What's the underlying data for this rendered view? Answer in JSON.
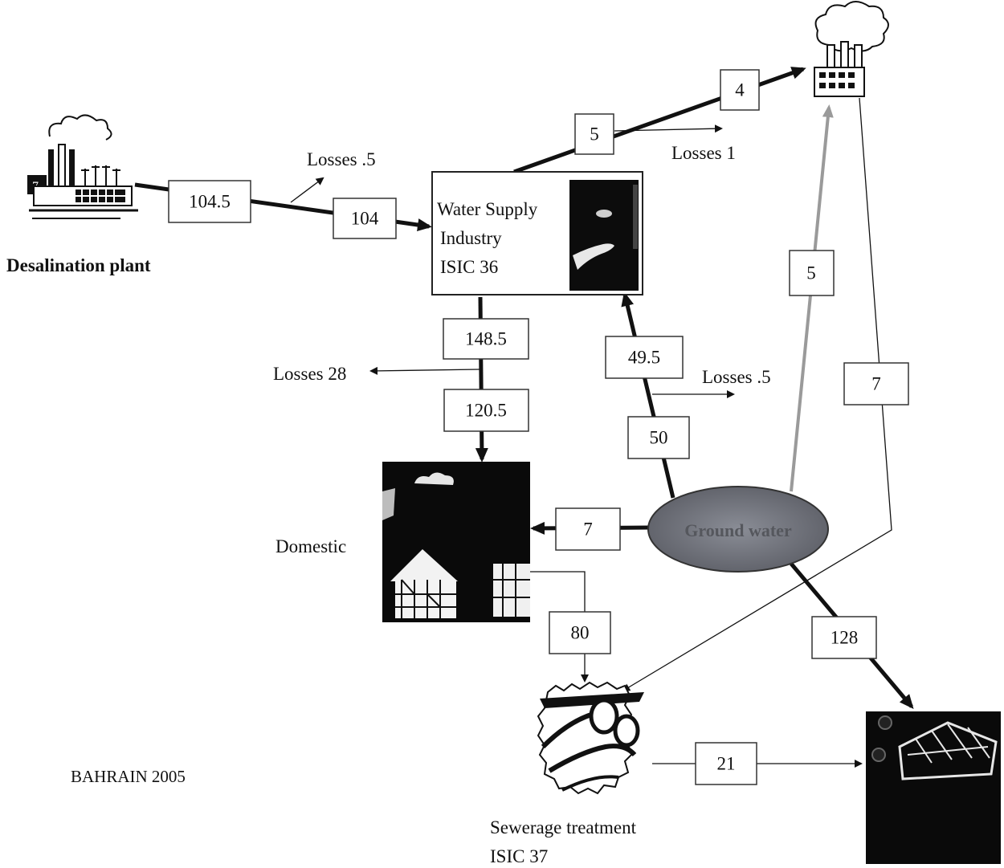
{
  "title": "BAHRAIN 2005",
  "nodes": {
    "desalination": "Desalination plant",
    "water_supply": [
      "Water Supply",
      "Industry",
      "ISIC 36"
    ],
    "domestic": "Domestic",
    "groundwater": "Ground water",
    "sewerage": [
      "Sewerage treatment",
      "ISIC 37"
    ]
  },
  "flows": {
    "desal_out": "104.5",
    "desal_in": "104",
    "desal_loss": "Losses .5",
    "industry_out": "5",
    "industry_in": "4",
    "industry_loss": "Losses 1",
    "supply_out": "148.5",
    "supply_loss": "Losses 28",
    "domestic_in": "120.5",
    "gw_to_supply_in": "49.5",
    "gw_to_supply_out": "50",
    "gw_loss": "Losses .5",
    "gw_to_industry": "5",
    "industry_to_sewerage": "7",
    "gw_to_domestic": "7",
    "domestic_to_sewerage": "80",
    "gw_to_agri": "128",
    "sewerage_to_agri": "21"
  },
  "colors": {
    "ink": "#111111",
    "groundwater_fill": "#7d7d85",
    "light_arrow": "#9a9a9a"
  }
}
